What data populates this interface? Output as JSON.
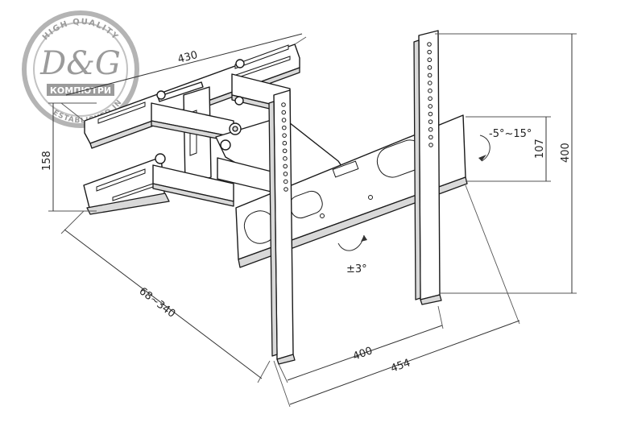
{
  "logo": {
    "brand": "D&G",
    "ring_top": "HIGH QUALITY",
    "ring_mid": "КОМПЮТРИ",
    "ring_bottom": "ESTABLISHED IN"
  },
  "dimensions": {
    "wall_plate_width": "430",
    "wall_plate_height": "158",
    "extension": "68~340",
    "vesa_horizontal": "400",
    "overall_width": "454",
    "vesa_vertical": "400",
    "tv_plate_height": "107",
    "tilt": "-5°~15°",
    "swivel": "±3°"
  }
}
